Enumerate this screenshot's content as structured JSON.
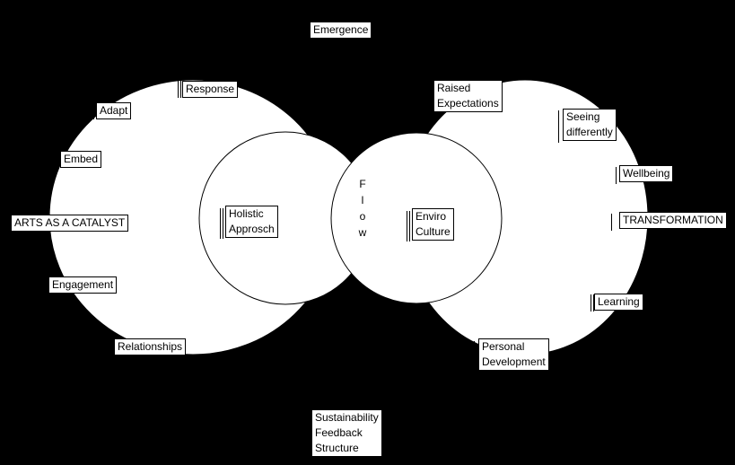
{
  "diagram": {
    "top_label": "Emergence",
    "bottom_lines": [
      "Sustainability",
      "Feedback",
      "Structure"
    ],
    "left_loop": {
      "labels": [
        "Response",
        "Adapt",
        "Embed",
        "ARTS AS A CATALYST",
        "Engagement",
        "Relationships"
      ],
      "inner": [
        "Holistic",
        "Approsch"
      ]
    },
    "right_loop": {
      "labels": {
        "raised": [
          "Raised",
          "Expectations"
        ],
        "seeing": [
          "Seeing",
          "differently"
        ],
        "wellbeing": "Wellbeing",
        "transformation": "TRANSFORMATION",
        "learning": "Learning",
        "personal": [
          "Personal",
          "Development"
        ]
      },
      "inner": [
        "Enviro",
        "Culture"
      ]
    },
    "flow_letters": [
      "F",
      "l",
      "o",
      "w"
    ]
  },
  "colors": {
    "background": "#000000",
    "shape": "#ffffff",
    "stroke": "#000000"
  }
}
